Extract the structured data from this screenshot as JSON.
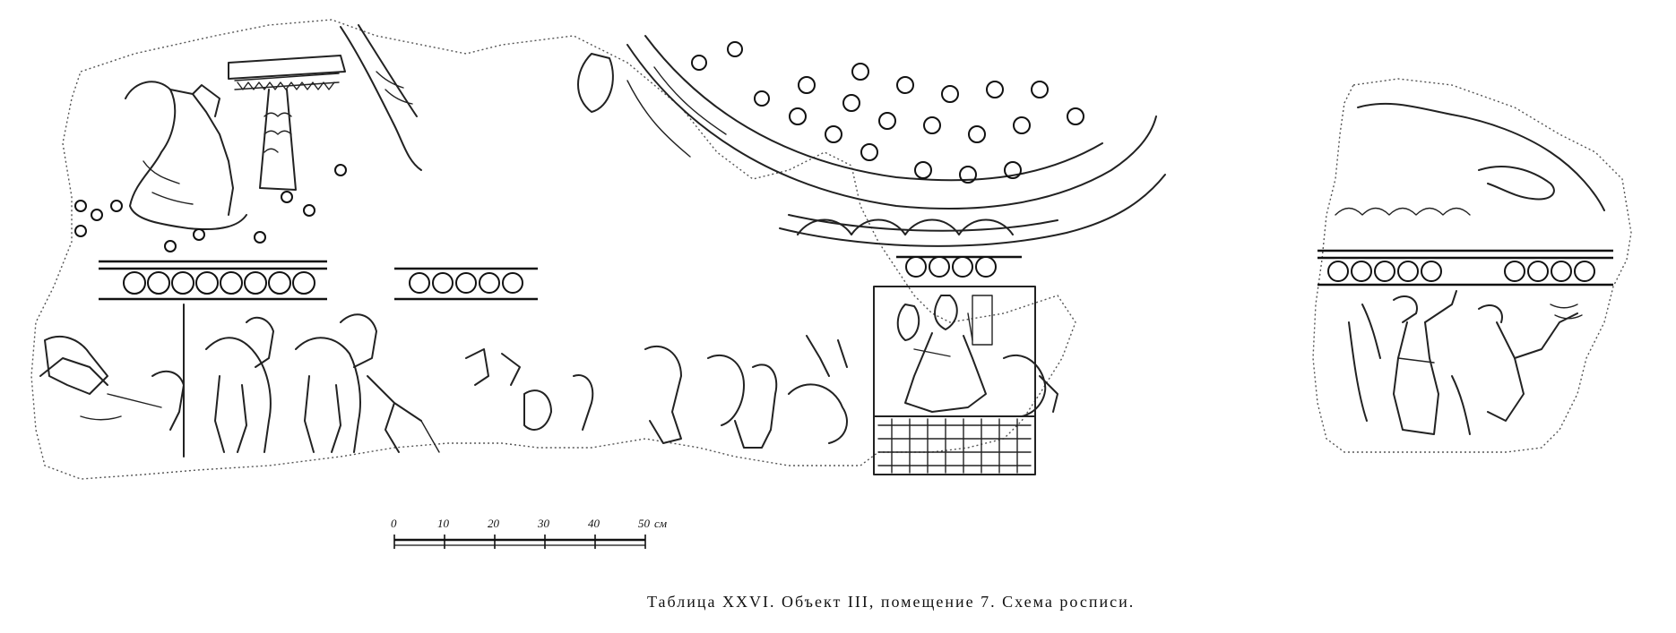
{
  "scale_bar": {
    "ticks": [
      "0",
      "10",
      "20",
      "30",
      "40",
      "50"
    ],
    "unit": "см"
  },
  "caption": "Таблица XXVI. Объект III, помещение 7. Схема росписи."
}
